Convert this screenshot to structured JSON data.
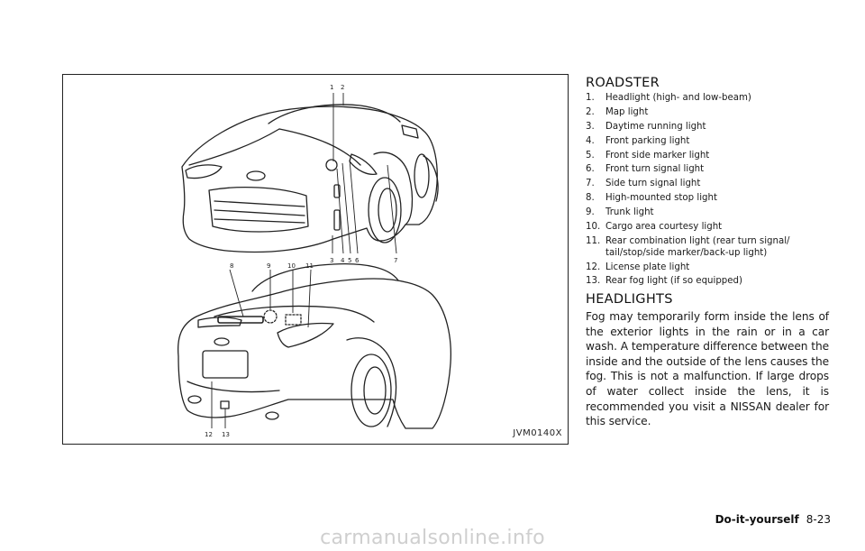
{
  "figure": {
    "code": "JVM0140X",
    "callouts_top": [
      "1",
      "2",
      "3",
      "4",
      "5",
      "6",
      "7"
    ],
    "callouts_bottom": [
      "8",
      "9",
      "10",
      "11",
      "12",
      "13"
    ]
  },
  "roadster": {
    "title": "ROADSTER",
    "items": [
      {
        "num": "1.",
        "text": "Headlight (high- and low-beam)"
      },
      {
        "num": "2.",
        "text": "Map light"
      },
      {
        "num": "3.",
        "text": "Daytime running light"
      },
      {
        "num": "4.",
        "text": "Front parking light"
      },
      {
        "num": "5.",
        "text": "Front side marker light"
      },
      {
        "num": "6.",
        "text": "Front turn signal light"
      },
      {
        "num": "7.",
        "text": "Side turn signal light"
      },
      {
        "num": "8.",
        "text": "High-mounted stop light"
      },
      {
        "num": "9.",
        "text": "Trunk light"
      },
      {
        "num": "10.",
        "text": "Cargo area courtesy light"
      },
      {
        "num": "11.",
        "text": "Rear combination light (rear turn signal/ tail/stop/side marker/back-up light)"
      },
      {
        "num": "12.",
        "text": "License plate light"
      },
      {
        "num": "13.",
        "text": "Rear fog light (if so equipped)"
      }
    ]
  },
  "headlights": {
    "title": "HEADLIGHTS",
    "body": "Fog may temporarily form inside the lens of the exterior lights in the rain or in a car wash. A temperature difference between the inside and the outside of the lens causes the fog. This is not a malfunction. If large drops of water collect inside the lens, it is recommended you visit a NISSAN dealer for this service."
  },
  "footer": {
    "section": "Do-it-yourself",
    "page": "8-23"
  },
  "watermark": "carmanualsonline.info"
}
